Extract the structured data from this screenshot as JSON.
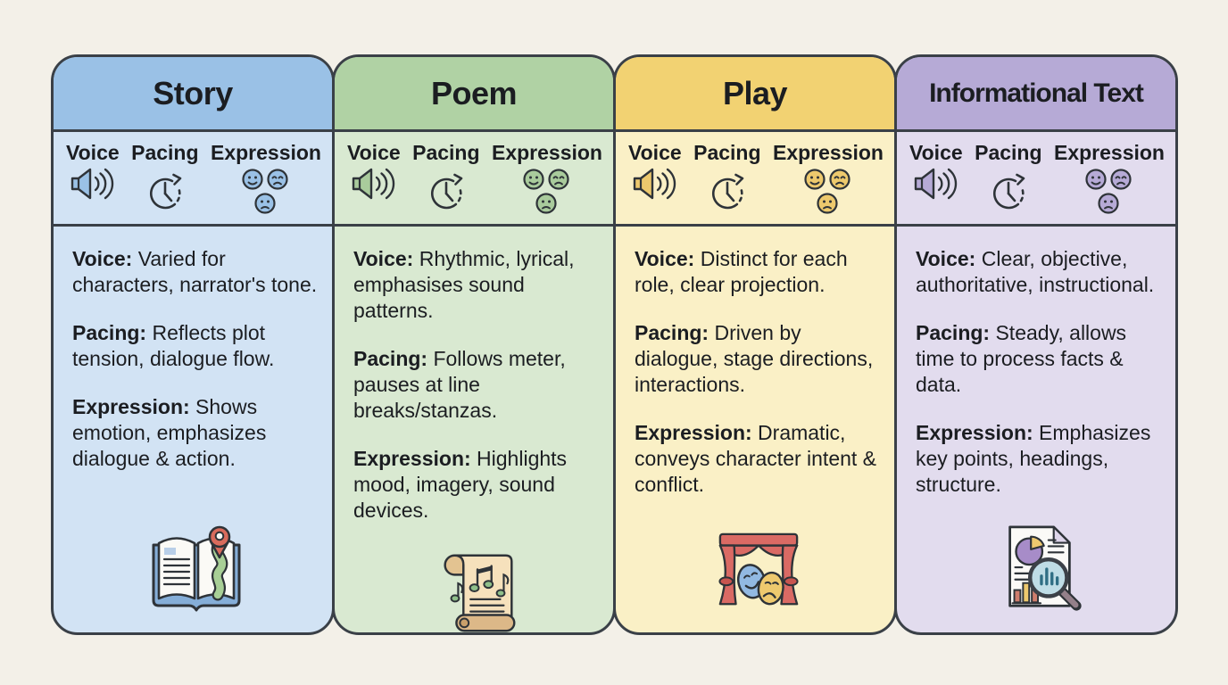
{
  "page": {
    "background": "#f3f0e8",
    "outline_color": "#3a4047",
    "text_color": "#1b1d21"
  },
  "attributes": {
    "voice": "Voice",
    "pacing": "Pacing",
    "expression": "Expression"
  },
  "attribute_icons": {
    "voice": "speaker-icon",
    "pacing": "clock-refresh-icon",
    "expression": "expression-faces-icon"
  },
  "columns": [
    {
      "title": "Story",
      "colors": {
        "header": "#9ac1e6",
        "body": "#d2e3f4",
        "tint": "#9ac1e6"
      },
      "sections": [
        {
          "label": "Voice:",
          "text": " Varied for characters, narrator's tone."
        },
        {
          "label": "Pacing:",
          "text": " Reflects plot tension, dialogue flow."
        },
        {
          "label": "Expression:",
          "text": " Shows emotion, emphasizes dialogue & action."
        }
      ],
      "footer_icon": "open-book-map-pin-icon"
    },
    {
      "title": "Poem",
      "colors": {
        "header": "#b0d2a4",
        "body": "#d9e9d1",
        "tint": "#a9cb9c"
      },
      "sections": [
        {
          "label": "Voice:",
          "text": " Rhythmic, lyrical, emphasises sound patterns."
        },
        {
          "label": "Pacing:",
          "text": " Follows meter, pauses at line breaks/stanzas."
        },
        {
          "label": "Expression:",
          "text": " Highlights mood, imagery, sound devices."
        }
      ],
      "footer_icon": "scroll-music-notes-icon"
    },
    {
      "title": "Play",
      "colors": {
        "header": "#f2d272",
        "body": "#faf0c6",
        "tint": "#edc96d"
      },
      "sections": [
        {
          "label": "Voice:",
          "text": " Distinct for each role, clear projection."
        },
        {
          "label": "Pacing:",
          "text": " Driven by dialogue, stage directions, interactions."
        },
        {
          "label": "Expression:",
          "text": " Dramatic, conveys character intent & conflict."
        }
      ],
      "footer_icon": "theater-curtain-masks-icon"
    },
    {
      "title": "Informational Text",
      "colors": {
        "header": "#b6aad6",
        "body": "#e2dcee",
        "tint": "#b6aad6"
      },
      "sections": [
        {
          "label": "Voice:",
          "text": " Clear, objective, authoritative, instructional."
        },
        {
          "label": "Pacing:",
          "text": " Steady, allows time to process facts & data."
        },
        {
          "label": "Expression:",
          "text": " Emphasizes key points, headings, structure."
        }
      ],
      "footer_icon": "document-magnifier-chart-icon"
    }
  ]
}
